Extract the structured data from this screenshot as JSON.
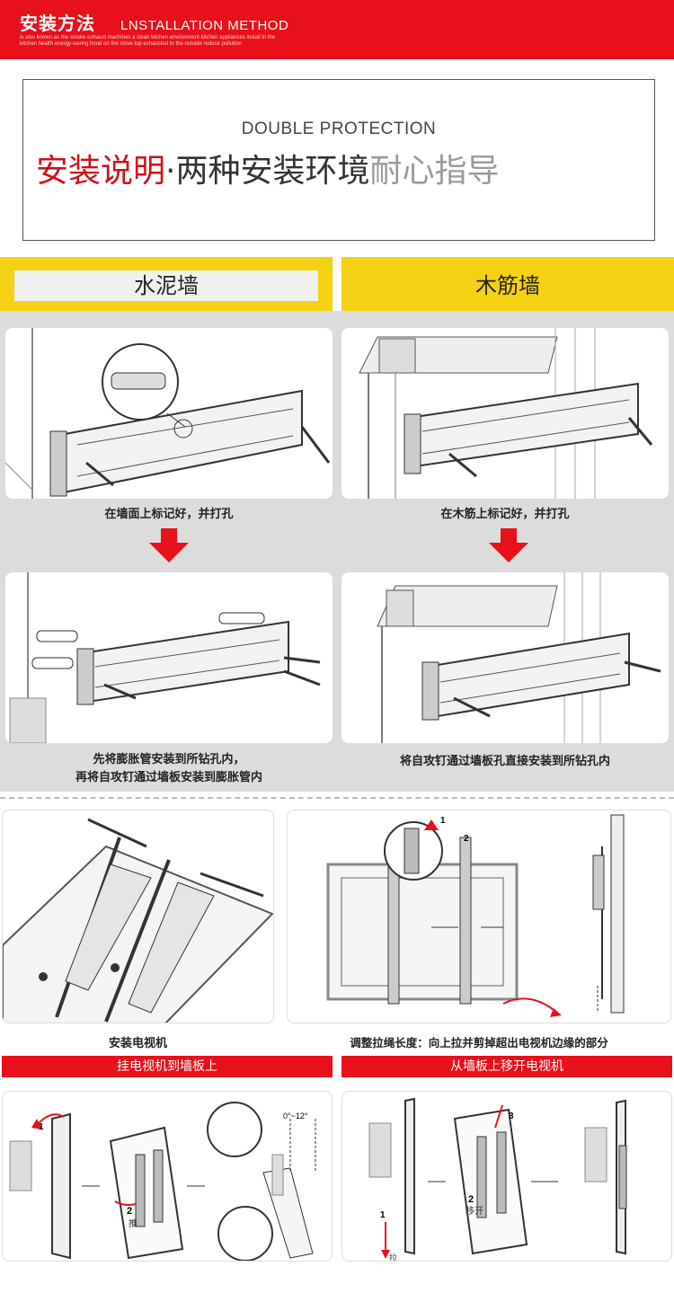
{
  "header": {
    "title_cn": "安装方法",
    "title_en": "LNSTALLATION METHOD",
    "small_text": "is also known as the smoke exhaust machines a clean kitchen environment kitchen appliances install in the kitchen health energy-saving hood on the stove top exhausted to the outside reduce pollution"
  },
  "intro": {
    "en": "DOUBLE PROTECTION",
    "title_red": "安装说明",
    "title_dark": "·两种安装环境",
    "title_grey": "耐心指导"
  },
  "walls": {
    "concrete": "水泥墙",
    "wood": "木筋墙"
  },
  "steps": {
    "concrete_mark": "在墙面上标记好，并打孔",
    "wood_mark": "在木筋上标记好，并打孔",
    "concrete_install_1": "先将膨胀管安装到所钻孔内，",
    "concrete_install_2": "再将自攻钉通过墙板安装到膨胀管内",
    "wood_install": "将自攻钉通过墙板孔直接安装到所钻孔内",
    "install_tv": "安装电视机",
    "adjust_rope": "调整拉绳长度：向上拉并剪掉超出电视机边缘的部分"
  },
  "bars": {
    "hang": "挂电视机到墙板上",
    "remove": "从墙板上移开电视机"
  },
  "figure_labels": {
    "angle": "0°~12°",
    "push": "推",
    "move": "移开",
    "pull": "拉",
    "n1": "1",
    "n2": "2",
    "n3": "3"
  },
  "colors": {
    "header_red": "#e8101a",
    "accent_yellow": "#f5d113",
    "panel_grey": "#dcdcdc"
  }
}
